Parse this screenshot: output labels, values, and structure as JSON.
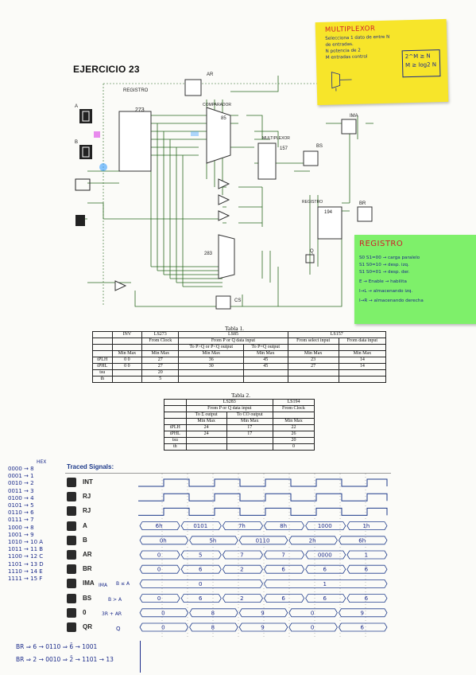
{
  "title": "EJERCICIO 23",
  "circuit_labels": {
    "registro": "REGISTRO",
    "n273": "273",
    "ar": "AR",
    "comparador": "COMPARADOR",
    "n85": "85",
    "multiplexor": "MULTIPLEXOR",
    "n157": "157",
    "bs": "BS",
    "ima": "IMA",
    "registro2": "REGISTRO",
    "n194": "194",
    "br": "BR",
    "n283": "283",
    "cs": "CS",
    "q": "Q",
    "a": "A",
    "b": "B"
  },
  "sticky_multiplexor": {
    "heading": "MULTIPLEXOR",
    "lines": [
      "Selecciona 1 dato de entre N",
      "de entradas.",
      "N potencia de 2",
      "M entradas control",
      "2^M ≥ N",
      "M ≥ log2 N"
    ]
  },
  "sticky_registro": {
    "heading": "REGISTRO",
    "lines": [
      "S0 S1=00 → carga paralelo",
      "S1 S0=10 → desp. izq.",
      "S1 S0=01 → desp. der.",
      "E → Enable → habilita",
      "I→L → almacenando izq.",
      "I→R → almacenando derecha"
    ]
  },
  "tabla1": {
    "caption": "Tabla 1.",
    "header1": [
      "",
      "INV",
      "LS273",
      "LS85",
      "",
      "LS157",
      ""
    ],
    "header2": [
      "",
      "",
      "From Clock",
      "From P or Q data input",
      "",
      "From select input",
      "From data input"
    ],
    "header3": [
      "",
      "",
      "",
      "To P>Q or P<Q output",
      "To P=Q output",
      "",
      ""
    ],
    "header4": [
      "",
      "Min  Max",
      "Min  Max",
      "Min  Max",
      "Min  Max",
      "Min  Max",
      "Min  Max"
    ],
    "rows": [
      {
        "label": "tPLH",
        "inv": "0     0",
        "c1": "27",
        "c2": "36",
        "c3": "45",
        "c4": "23",
        "c5": "14"
      },
      {
        "label": "tPHL",
        "inv": "0     0",
        "c1": "27",
        "c2": "30",
        "c3": "45",
        "c4": "27",
        "c5": "14"
      },
      {
        "label": "tsu",
        "inv": "",
        "c1": "20",
        "c2": "",
        "c3": "",
        "c4": "",
        "c5": ""
      },
      {
        "label": "th",
        "inv": "",
        "c1": "5",
        "c2": "",
        "c3": "",
        "c4": "",
        "c5": ""
      }
    ]
  },
  "tabla2": {
    "caption": "Tabla 2.",
    "header1": [
      "",
      "LS283",
      "",
      "LS194"
    ],
    "header2": [
      "",
      "From P or Q data input",
      "",
      "From Clock"
    ],
    "header3": [
      "",
      "To Σ output",
      "To CO output",
      ""
    ],
    "header4": [
      "",
      "Min  Max",
      "Min  Max",
      "Min  Max"
    ],
    "rows": [
      {
        "label": "tPLH",
        "c1": "24",
        "c2": "17",
        "c3": "22"
      },
      {
        "label": "tPHL",
        "c1": "24",
        "c2": "17",
        "c3": "26"
      },
      {
        "label": "tsu",
        "c1": "",
        "c2": "",
        "c3": "20"
      },
      {
        "label": "th",
        "c1": "",
        "c2": "",
        "c3": "0"
      }
    ]
  },
  "traced": {
    "heading": "Traced Signals:",
    "signals": [
      {
        "name": "INT",
        "segments": []
      },
      {
        "name": "RJ",
        "segments": []
      },
      {
        "name": "RJ",
        "segments": []
      },
      {
        "name": "A",
        "segments": [
          "6h",
          "0101",
          "7h",
          "8h",
          "1000",
          "1h"
        ]
      },
      {
        "name": "B",
        "segments": [
          "0h",
          "5h",
          "0110",
          "2h",
          "6h"
        ]
      },
      {
        "name": "AR",
        "segments": [
          "0",
          "5",
          "7",
          "7",
          "0000",
          "1"
        ]
      },
      {
        "name": "BR",
        "segments": [
          "0",
          "6",
          "2",
          "6",
          "6",
          "6"
        ]
      },
      {
        "name": "IMA",
        "segments": [
          "0",
          "1"
        ]
      },
      {
        "name": "BS",
        "segments": [
          "0",
          "6",
          "2",
          "6",
          "6",
          "6"
        ]
      },
      {
        "name": "0",
        "segments": [
          "0",
          "8",
          "9",
          "0",
          "9"
        ]
      },
      {
        "name": "QR",
        "segments": [
          "0",
          "8",
          "9",
          "0",
          "6"
        ]
      }
    ],
    "side_labels": [
      "IMA",
      "B ≤ A",
      "B > A",
      "3R + AR",
      "Q"
    ]
  },
  "left_list": [
    "0000 → 8",
    "0001 → 1",
    "0010 → 2",
    "0011 → 3",
    "0100 → 4",
    "0101 → 5",
    "0110 → 6",
    "0111 → 7",
    "1000 → 8",
    "1001 → 9",
    "1010 → 10 A",
    "1011 → 11 B",
    "1100 → 12 C",
    "1101 → 13 D",
    "1110 → 14 E",
    "1111 → 15 F"
  ],
  "hex_label": "HEX",
  "bottom_notes": [
    "BR ⇒ 6 → 0110 ⇒ 6̄ → 1001",
    "BR ⇒ 2 → 0010 ⇒ 2̄ → 1101 → 13"
  ],
  "colors": {
    "sticky_yellow": "#f7e52a",
    "sticky_green": "#7ef06a",
    "ink_blue": "#1a2a8a",
    "trace_blue": "#1d3a8a",
    "wire_green": "#2b6a20"
  }
}
